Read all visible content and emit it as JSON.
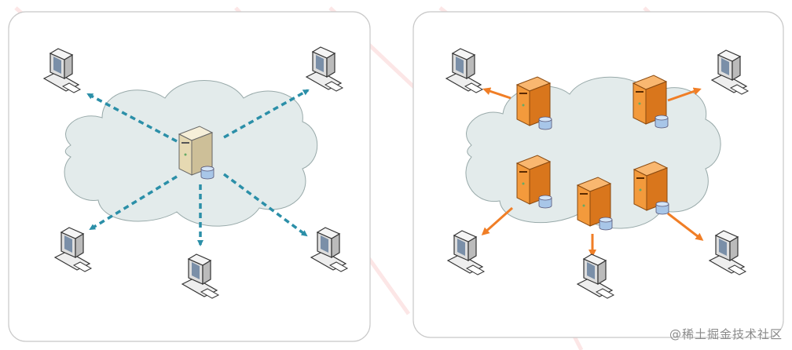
{
  "diagram": {
    "left_panel": {
      "topology": "centralized",
      "servers": 1,
      "clients": 5,
      "link_style": "dashed",
      "link_color": "#2b8fa8"
    },
    "right_panel": {
      "topology": "distributed",
      "servers": 5,
      "clients": 5,
      "link_style": "solid",
      "link_color": "#f07e26"
    },
    "colors": {
      "cloud": "#e3ebeb",
      "panel_border": "#c8c8c8",
      "server_center": "#e8dcb8",
      "server_distributed": "#f39a3c"
    }
  },
  "credit": "@稀土掘金技术社区"
}
